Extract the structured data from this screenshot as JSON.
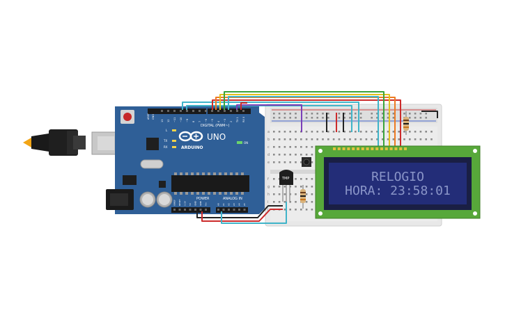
{
  "arduino": {
    "brand_label": "ARDUINO",
    "model_label": "UNO",
    "digital_label": "DIGITAL (PWM~)",
    "power_label": "POWER",
    "analog_label": "ANALOG IN",
    "l_label": "L",
    "tx_label": "TX",
    "rx_label": "RX",
    "on_label": "ON",
    "aref_label": "AREF",
    "gnd_label": "GND",
    "digital_pins": [
      "13",
      "12",
      "~11",
      "~10",
      "~9",
      "8",
      "7",
      "~6",
      "~5",
      "4",
      "~3",
      "2",
      "TX 1",
      "RX 0"
    ],
    "power_pins": [
      "IOREF",
      "RESET",
      "3.3V",
      "5V",
      "GND",
      "GND",
      "Vin"
    ],
    "analog_pins": [
      "A0",
      "A1",
      "A2",
      "A3",
      "A4",
      "A5"
    ]
  },
  "lcd": {
    "line1": "RELOGIO",
    "line2": "HORA: 23:58:01"
  },
  "sensor": {
    "label": "TMP"
  },
  "breadboard": {
    "row_letters": [
      "a",
      "b",
      "c",
      "d",
      "e",
      "f",
      "g",
      "h",
      "i",
      "j"
    ]
  },
  "colors": {
    "board_blue": "#2f5f97",
    "lcd_green": "#57a83a",
    "lcd_screen": "#232d78",
    "lcd_text": "#8a95c8",
    "wire_red": "#cc2b2b",
    "wire_orange": "#ee7a22",
    "wire_yellow": "#e2c21f",
    "wire_green": "#3aa33a",
    "wire_cyan": "#3fb4c9",
    "wire_purple": "#7b3fb8",
    "wire_black": "#222222"
  }
}
